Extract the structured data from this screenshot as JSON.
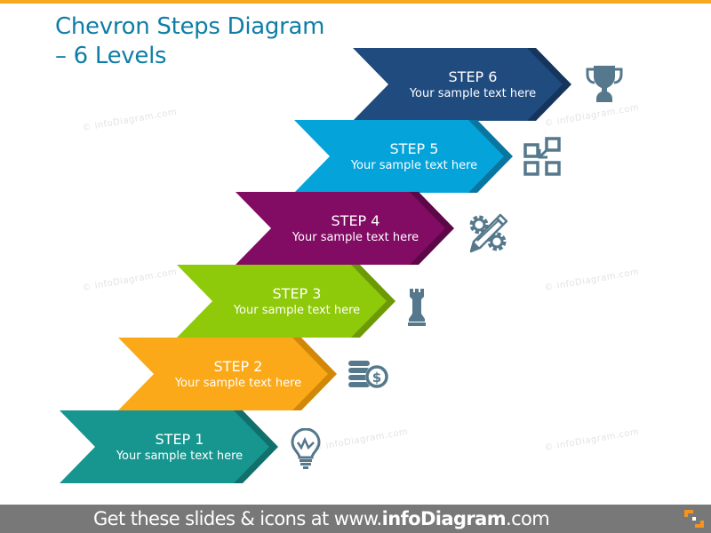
{
  "title": {
    "line1": "Chevron Steps Diagram",
    "line2": "– 6 Levels"
  },
  "steps": [
    {
      "label": "STEP 1",
      "text": "Your sample text here",
      "color": "#17968f",
      "shadow": "#11706b",
      "icon": "lightbulb-icon"
    },
    {
      "label": "STEP 2",
      "text": "Your sample text here",
      "color": "#fba919",
      "shadow": "#d18808",
      "icon": "coins-dollar-icon"
    },
    {
      "label": "STEP 3",
      "text": "Your sample text here",
      "color": "#8ec90a",
      "shadow": "#6c9a07",
      "icon": "chess-rook-icon"
    },
    {
      "label": "STEP 4",
      "text": "Your sample text here",
      "color": "#820b64",
      "shadow": "#5c0747",
      "icon": "gear-pencil-icon"
    },
    {
      "label": "STEP 5",
      "text": "Your sample text here",
      "color": "#04a3da",
      "shadow": "#0a76a0",
      "icon": "grid-arrow-icon"
    },
    {
      "label": "STEP 6",
      "text": "Your sample text here",
      "color": "#1f4b7f",
      "shadow": "#16355c",
      "icon": "trophy-icon"
    }
  ],
  "icon_color": "#55788c",
  "watermark": "© infoDiagram.com",
  "footer": {
    "prefix": "Get these slides & icons at www.",
    "brand": "infoDiagram",
    "suffix": ".com"
  },
  "colors": {
    "accent_bar": "#f6a81e",
    "title": "#0f7ea6",
    "footer_bg": "#787878",
    "logo_orange": "#f6931e"
  }
}
